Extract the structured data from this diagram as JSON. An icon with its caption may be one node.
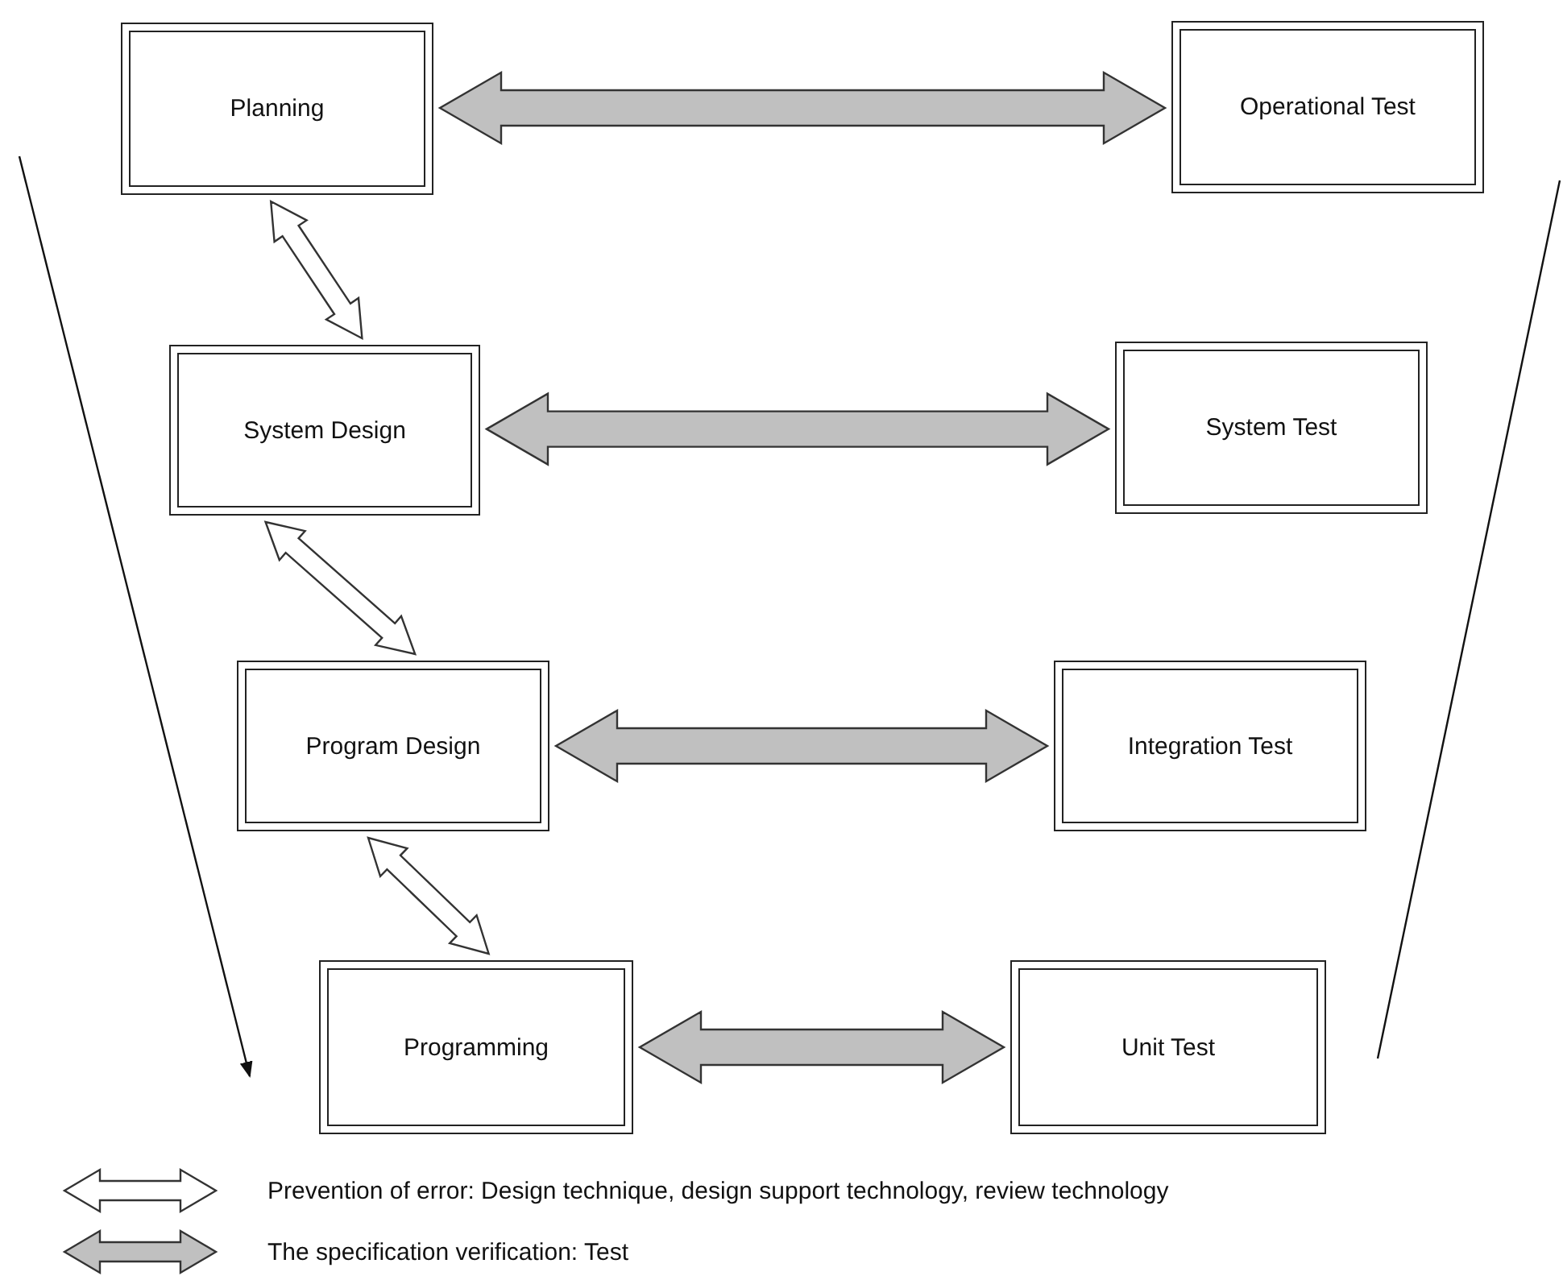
{
  "diagram": {
    "nodes": [
      {
        "text": [
          "Planning"
        ]
      },
      {
        "text": [
          "Operational Test"
        ]
      },
      {
        "text": [
          "System Design"
        ]
      },
      {
        "text": [
          "System Test"
        ]
      },
      {
        "text": [
          "Program Design"
        ]
      },
      {
        "text": [
          "Integration Test"
        ]
      },
      {
        "text": [
          "Programming"
        ]
      },
      {
        "text": [
          "Unit Test"
        ]
      }
    ],
    "edges": [
      {
        "from": 0,
        "to": 1,
        "arrow": "both",
        "style": "thick",
        "color": "#c0c0c0"
      },
      {
        "from": 0,
        "to": 2,
        "arrow": "both",
        "color": "#ffffff"
      },
      {
        "from": 2,
        "to": 3,
        "arrow": "both",
        "style": "thick",
        "color": "#c0c0c0"
      },
      {
        "from": 2,
        "to": 4,
        "arrow": "both",
        "color": "#ffffff"
      },
      {
        "from": 4,
        "to": 5,
        "arrow": "both",
        "style": "thick",
        "color": "#c0c0c0"
      },
      {
        "from": 4,
        "to": 6,
        "arrow": "both",
        "color": "#ffffff"
      },
      {
        "from": 6,
        "to": 7,
        "arrow": "both",
        "style": "thick",
        "color": "#c0c0c0"
      }
    ],
    "legend": [
      {
        "text": "Prevention of error: Design technique, design support technology, review technology"
      },
      {
        "text": "The specification verification: Test"
      }
    ]
  }
}
